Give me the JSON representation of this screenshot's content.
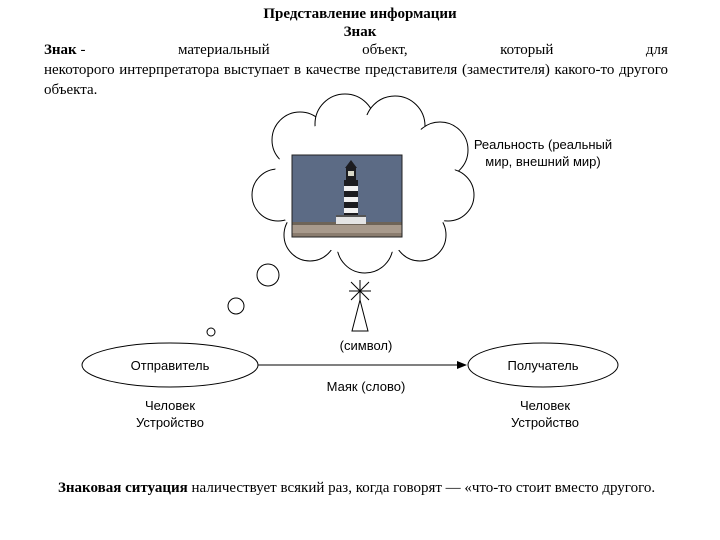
{
  "header": {
    "title": "Представление информации",
    "subtitle": "Знак"
  },
  "definition": {
    "term": "Знак",
    "dash": " - ",
    "line1_words": [
      "материальный",
      "объект,",
      "который",
      "для"
    ],
    "rest": "некоторого интерпретатора выступает в качестве представителя (заместителя) какого-то другого объекта."
  },
  "diagram": {
    "reality_label": "Реальность (реальный мир, внешний мир)",
    "symbol_label": "(символ)",
    "word_label": "Маяк (слово)",
    "sender": {
      "name": "Отправитель",
      "kinds": "Человек Устройство"
    },
    "receiver": {
      "name": "Получатель",
      "kinds": "Человек Устройство"
    },
    "colors": {
      "sky": "#5c6b85",
      "ground": "#a89a8c",
      "tower_dark": "#1c1c20",
      "tower_light": "#f2f2f2"
    }
  },
  "footer": {
    "term": "Знаковая ситуация",
    "text": " наличествует всякий раз, когда говорят — «что-то стоит вместо другого."
  }
}
